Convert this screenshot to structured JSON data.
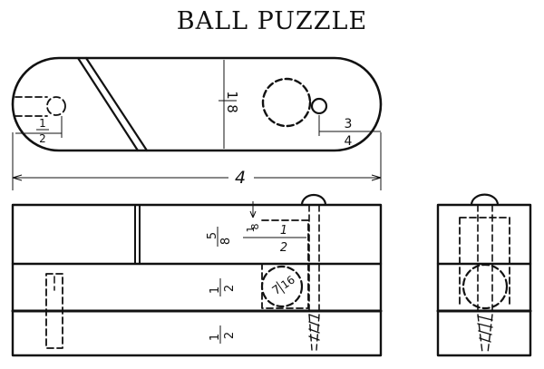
{
  "title_main": "BALL PUZZLE",
  "top_view": {
    "width_label": "4",
    "height_num": "1",
    "height_den": "8",
    "hole_num": "1",
    "hole_den": "2",
    "edge_num": "3",
    "edge_den": "4"
  },
  "front_view": {
    "top_num": "5",
    "top_den": "8",
    "mid_num": "1",
    "mid_den": "2",
    "bot_num": "1",
    "bot_den": "2",
    "peg_num": "1",
    "peg_den": "8",
    "slot_num": "1",
    "slot_den": "2",
    "ball_num": "7",
    "ball_den": "16"
  },
  "colors": {
    "ink": "#111111",
    "paper": "#ffffff"
  }
}
